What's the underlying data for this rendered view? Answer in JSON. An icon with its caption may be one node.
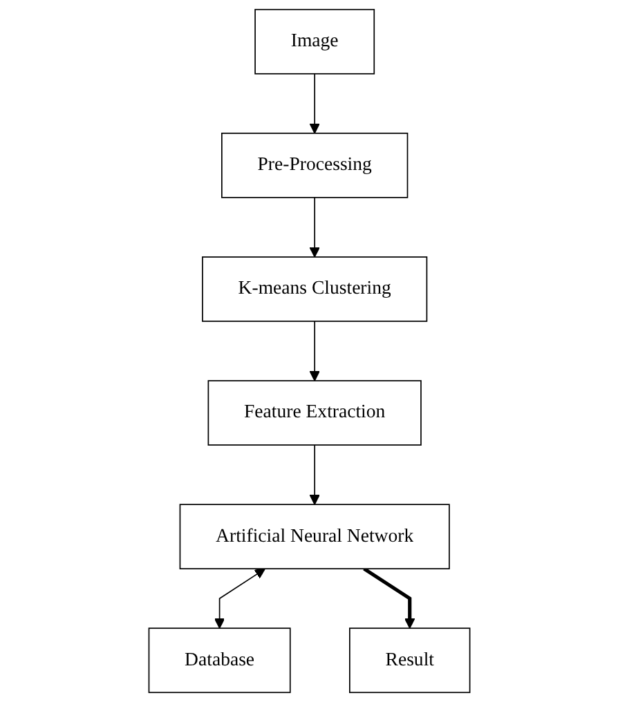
{
  "diagram": {
    "nodes": [
      {
        "text": [
          "Image"
        ]
      },
      {
        "text": [
          "Pre-Processing"
        ]
      },
      {
        "text": [
          "K-means Clustering"
        ]
      },
      {
        "text": [
          "Feature Extraction"
        ]
      },
      {
        "text": [
          "Artificial Neural Network"
        ]
      },
      {
        "text": [
          "Database"
        ]
      },
      {
        "text": [
          "Result"
        ]
      }
    ],
    "edges": [
      {
        "from": 0,
        "to": 1,
        "arrow": "to"
      },
      {
        "from": 1,
        "to": 2,
        "arrow": "to"
      },
      {
        "from": 2,
        "to": 3,
        "arrow": "to"
      },
      {
        "from": 3,
        "to": 4,
        "arrow": "to"
      },
      {
        "from": 4,
        "to": 5,
        "arrow": "both"
      },
      {
        "from": 4,
        "to": 6,
        "arrow": "to",
        "style": "thick"
      }
    ]
  }
}
